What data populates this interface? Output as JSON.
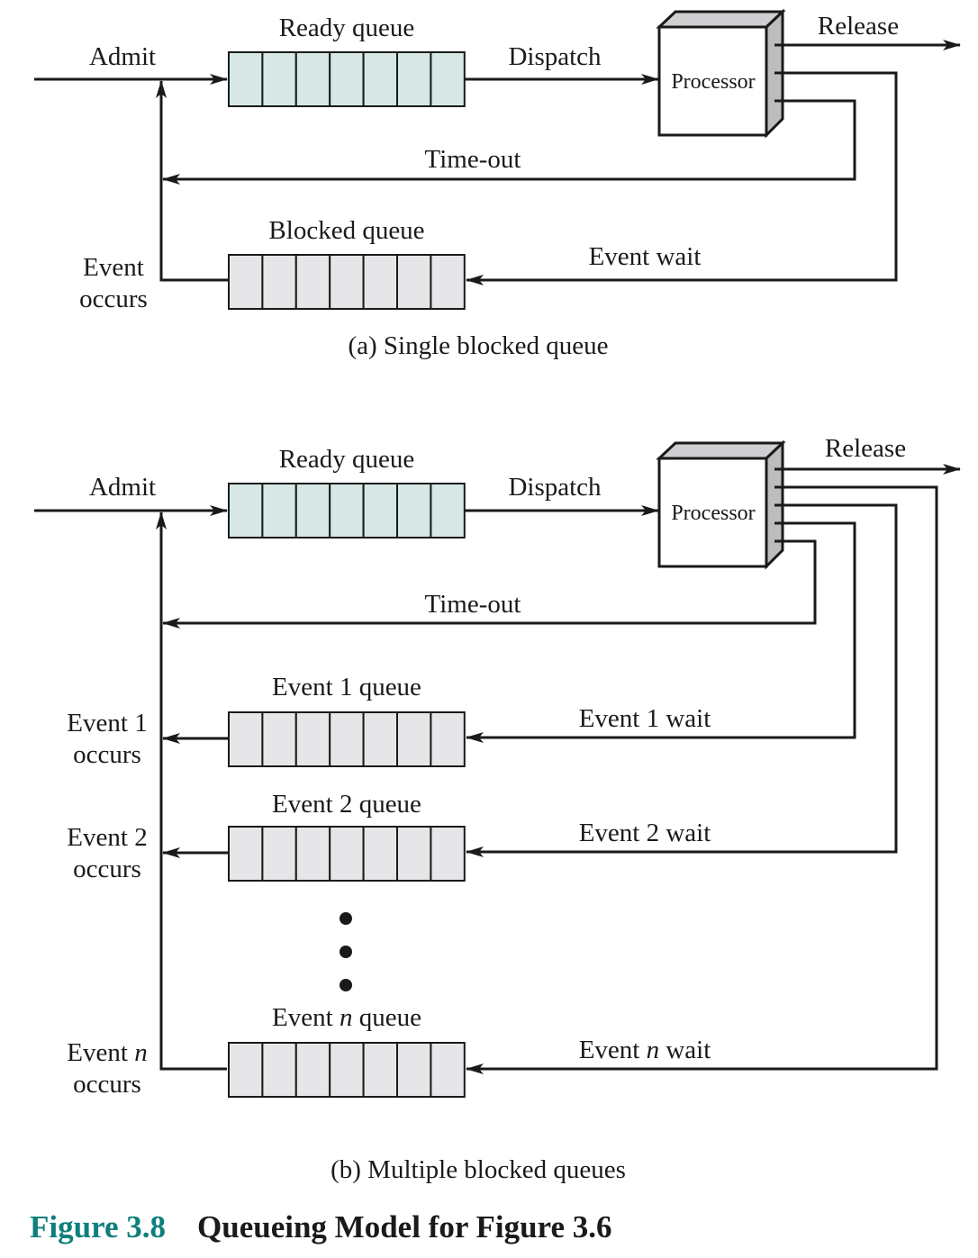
{
  "panel_a": {
    "ready_queue": "Ready queue",
    "admit": "Admit",
    "dispatch": "Dispatch",
    "processor": "Processor",
    "release": "Release",
    "timeout": "Time-out",
    "blocked_queue": "Blocked queue",
    "event_wait": "Event wait",
    "event_occurs_line1": "Event",
    "event_occurs_line2": "occurs",
    "caption": "(a) Single blocked queue"
  },
  "panel_b": {
    "ready_queue": "Ready queue",
    "admit": "Admit",
    "dispatch": "Dispatch",
    "processor": "Processor",
    "release": "Release",
    "timeout": "Time-out",
    "queues": [
      {
        "queue_label_pre": "Event 1 queue",
        "queue_label_n": "",
        "queue_label_post": "",
        "wait_pre": "Event 1 wait",
        "wait_n": "",
        "wait_post": "",
        "occurs_pre": "Event 1",
        "occurs_n": "",
        "occurs_line2": "occurs"
      },
      {
        "queue_label_pre": "Event 2 queue",
        "queue_label_n": "",
        "queue_label_post": "",
        "wait_pre": "Event 2 wait",
        "wait_n": "",
        "wait_post": "",
        "occurs_pre": "Event 2",
        "occurs_n": "",
        "occurs_line2": "occurs"
      },
      {
        "queue_label_pre": "Event ",
        "queue_label_n": "n",
        "queue_label_post": " queue",
        "wait_pre": "Event ",
        "wait_n": "n",
        "wait_post": " wait",
        "occurs_pre": "Event ",
        "occurs_n": "n",
        "occurs_line2": "occurs"
      }
    ],
    "caption": "(b) Multiple blocked queues"
  },
  "figure": {
    "number": "Figure 3.8",
    "title": "Queueing Model for Figure 3.6"
  },
  "colors": {
    "ready_fill": "#d6e7e6",
    "blocked_fill": "#e6e6e8",
    "figure_number": "#0e7f7c"
  }
}
